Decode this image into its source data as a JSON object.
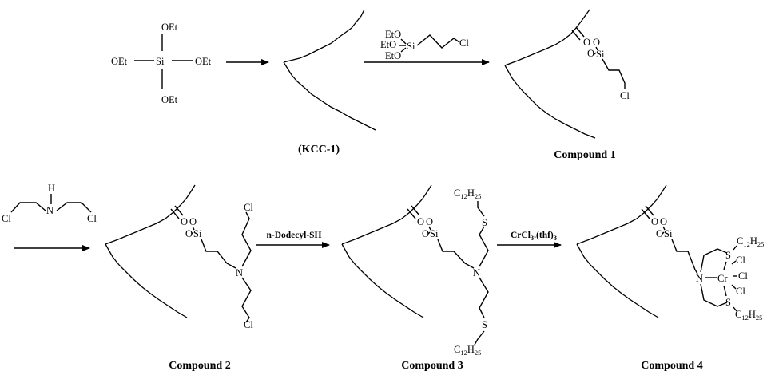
{
  "scheme": {
    "row1": {
      "teos": {
        "center": "Si",
        "substituents": [
          "OEt",
          "OEt",
          "OEt",
          "OEt"
        ]
      },
      "kcc1_caption": "(KCC-1)",
      "reagent1": {
        "groups": [
          "EtO",
          "EtO",
          "EtO"
        ],
        "si": "Si",
        "cl": "Cl"
      },
      "compound1": {
        "caption": "Compound 1",
        "o1": "O",
        "o2": "O",
        "o3": "O",
        "si": "Si",
        "cl": "Cl"
      }
    },
    "row2": {
      "amine": {
        "h": "H",
        "n": "N",
        "cl_left": "Cl",
        "cl_right": "Cl"
      },
      "compound2": {
        "caption": "Compound 2",
        "o1": "O",
        "o2": "O",
        "o3": "O",
        "si": "Si",
        "n": "N",
        "cl_top": "Cl",
        "cl_bottom": "Cl"
      },
      "step3_reagent": "n-Dodecyl-SH",
      "compound3": {
        "caption": "Compound 3",
        "o1": "O",
        "o2": "O",
        "o3": "O",
        "si": "Si",
        "n": "N",
        "s_top": "S",
        "s_bottom": "S",
        "c12": "C",
        "c12_sub1": "12",
        "h25": "H",
        "h25_sub": "25"
      },
      "step4_reagent": {
        "main": "CrCl",
        "sub1": "3",
        "mid": ".(thf)",
        "sub2": "3"
      },
      "compound4": {
        "caption": "Compound 4",
        "o1": "O",
        "o2": "O",
        "o3": "O",
        "si": "Si",
        "n": "N",
        "cr": "Cr",
        "s": "S",
        "cl": "Cl",
        "c12": "C",
        "c12_sub1": "12",
        "h25": "H",
        "h25_sub": "25"
      }
    }
  }
}
